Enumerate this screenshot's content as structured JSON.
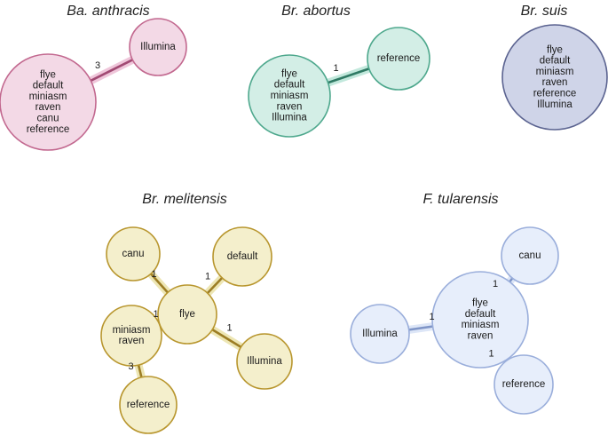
{
  "panels": [
    {
      "title": "Ba. anthracis",
      "colors": {
        "fill": "#f3d9e6",
        "stroke": "#c2688f",
        "edge": "#a14a73",
        "halo": "#efc6da"
      },
      "nodes": [
        {
          "id": "a1",
          "lines": [
            "flye",
            "default",
            "miniasm",
            "raven",
            "canu",
            "reference"
          ]
        },
        {
          "id": "a2",
          "lines": [
            "Illumina"
          ]
        }
      ],
      "edges": [
        {
          "from": "a1",
          "to": "a2",
          "label": "3"
        }
      ]
    },
    {
      "title": "Br. abortus",
      "colors": {
        "fill": "#d3eee6",
        "stroke": "#4ea88d",
        "edge": "#2f7a64",
        "halo": "#c2e8dc"
      },
      "nodes": [
        {
          "id": "b1",
          "lines": [
            "flye",
            "default",
            "miniasm",
            "raven",
            "Illumina"
          ]
        },
        {
          "id": "b2",
          "lines": [
            "reference"
          ]
        }
      ],
      "edges": [
        {
          "from": "b1",
          "to": "b2",
          "label": "1"
        }
      ]
    },
    {
      "title": "Br. suis",
      "colors": {
        "fill": "#cfd4e8",
        "stroke": "#5b6390",
        "edge": "#5b6390",
        "halo": "#cfd4e8"
      },
      "nodes": [
        {
          "id": "c1",
          "lines": [
            "flye",
            "default",
            "miniasm",
            "raven",
            "reference",
            "Illumina"
          ]
        }
      ],
      "edges": []
    },
    {
      "title": "Br. melitensis",
      "colors": {
        "fill": "#f4efcc",
        "stroke": "#b8962e",
        "edge": "#9c7d24",
        "halo": "#ede6b4"
      },
      "nodes": [
        {
          "id": "d1",
          "lines": [
            "flye"
          ]
        },
        {
          "id": "d2",
          "lines": [
            "canu"
          ]
        },
        {
          "id": "d3",
          "lines": [
            "default"
          ]
        },
        {
          "id": "d4",
          "lines": [
            "miniasm",
            "raven"
          ]
        },
        {
          "id": "d5",
          "lines": [
            "Illumina"
          ]
        },
        {
          "id": "d6",
          "lines": [
            "reference"
          ]
        }
      ],
      "edges": [
        {
          "from": "d1",
          "to": "d2",
          "label": "1"
        },
        {
          "from": "d1",
          "to": "d3",
          "label": "1"
        },
        {
          "from": "d1",
          "to": "d4",
          "label": "1"
        },
        {
          "from": "d1",
          "to": "d5",
          "label": "1"
        },
        {
          "from": "d4",
          "to": "d6",
          "label": "3"
        }
      ]
    },
    {
      "title": "F. tularensis",
      "colors": {
        "fill": "#e7eefb",
        "stroke": "#9aaedb",
        "edge": "#7f95c7",
        "halo": "#dde6f7"
      },
      "nodes": [
        {
          "id": "e1",
          "lines": [
            "flye",
            "default",
            "miniasm",
            "raven"
          ]
        },
        {
          "id": "e2",
          "lines": [
            "canu"
          ]
        },
        {
          "id": "e3",
          "lines": [
            "Illumina"
          ]
        },
        {
          "id": "e4",
          "lines": [
            "reference"
          ]
        }
      ],
      "edges": [
        {
          "from": "e1",
          "to": "e2",
          "label": "1"
        },
        {
          "from": "e1",
          "to": "e3",
          "label": "1"
        },
        {
          "from": "e1",
          "to": "e4",
          "label": "1"
        }
      ]
    }
  ]
}
